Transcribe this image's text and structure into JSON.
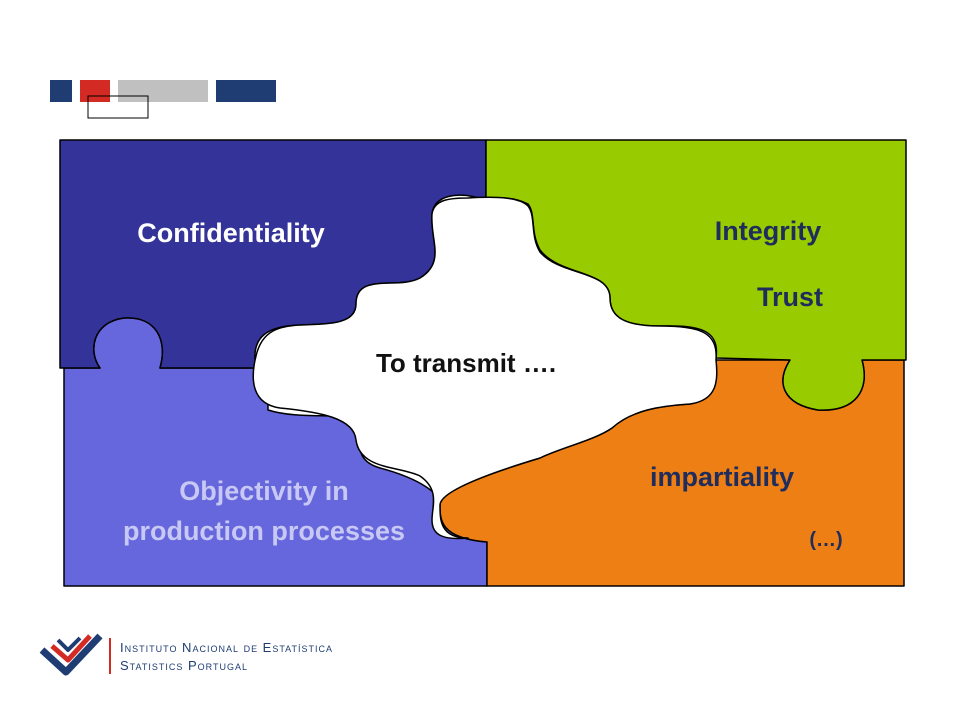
{
  "puzzle": {
    "confidentiality": "Confidentiality",
    "integrity": "Integrity",
    "trust": "Trust",
    "center": "To transmit ….",
    "objectivity_line1": "Objectivity in",
    "objectivity_line2": "production processes",
    "impartiality": "impartiality",
    "etc": "(…)"
  },
  "logo": {
    "name_line1": "Instituto Nacional de Estatística",
    "name_line2": "Statistics Portugal"
  },
  "colors": {
    "navy": "#1F3D73",
    "red": "#D42A24",
    "gray": "#C0C0C0",
    "piece_confidentiality": "#333399",
    "piece_integrity": "#99CC00",
    "piece_objectivity": "#6666DD",
    "piece_impartiality": "#EE7F15"
  }
}
